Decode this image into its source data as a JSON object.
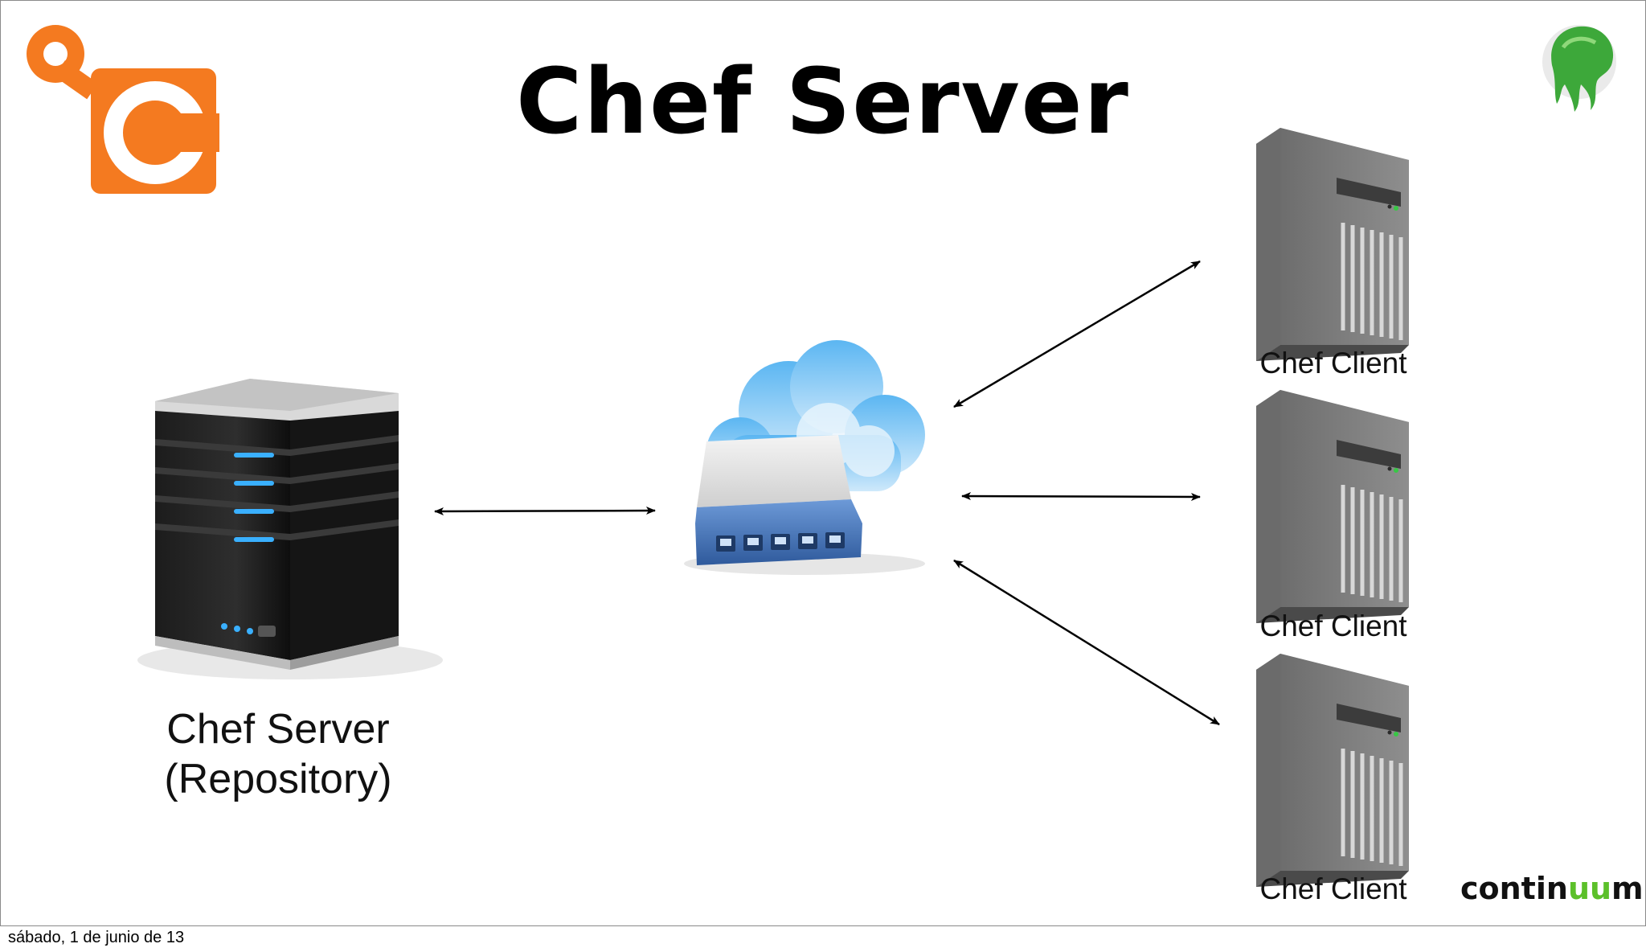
{
  "slide": {
    "title": "Chef Server",
    "server_label_line1": "Chef Server",
    "server_label_line2": "(Repository)",
    "client_labels": [
      "Chef Client",
      "Chef Client",
      "Chef Client"
    ],
    "brand_part1": "contin",
    "brand_part2": "uu",
    "brand_part3": "m",
    "footer_date": "sábado, 1 de junio de 13"
  },
  "icons": {
    "top_left_logo": "chef-logo-icon",
    "top_right_logo": "jellyfish-logo-icon",
    "server": "server-rack-icon",
    "network": "cloud-switch-icon",
    "client": "tower-computer-icon"
  },
  "colors": {
    "chef_orange": "#f47a20",
    "brand_green": "#5cc02a",
    "cloud_blue": "#3a9be0",
    "switch_blue": "#3f6fb5"
  }
}
